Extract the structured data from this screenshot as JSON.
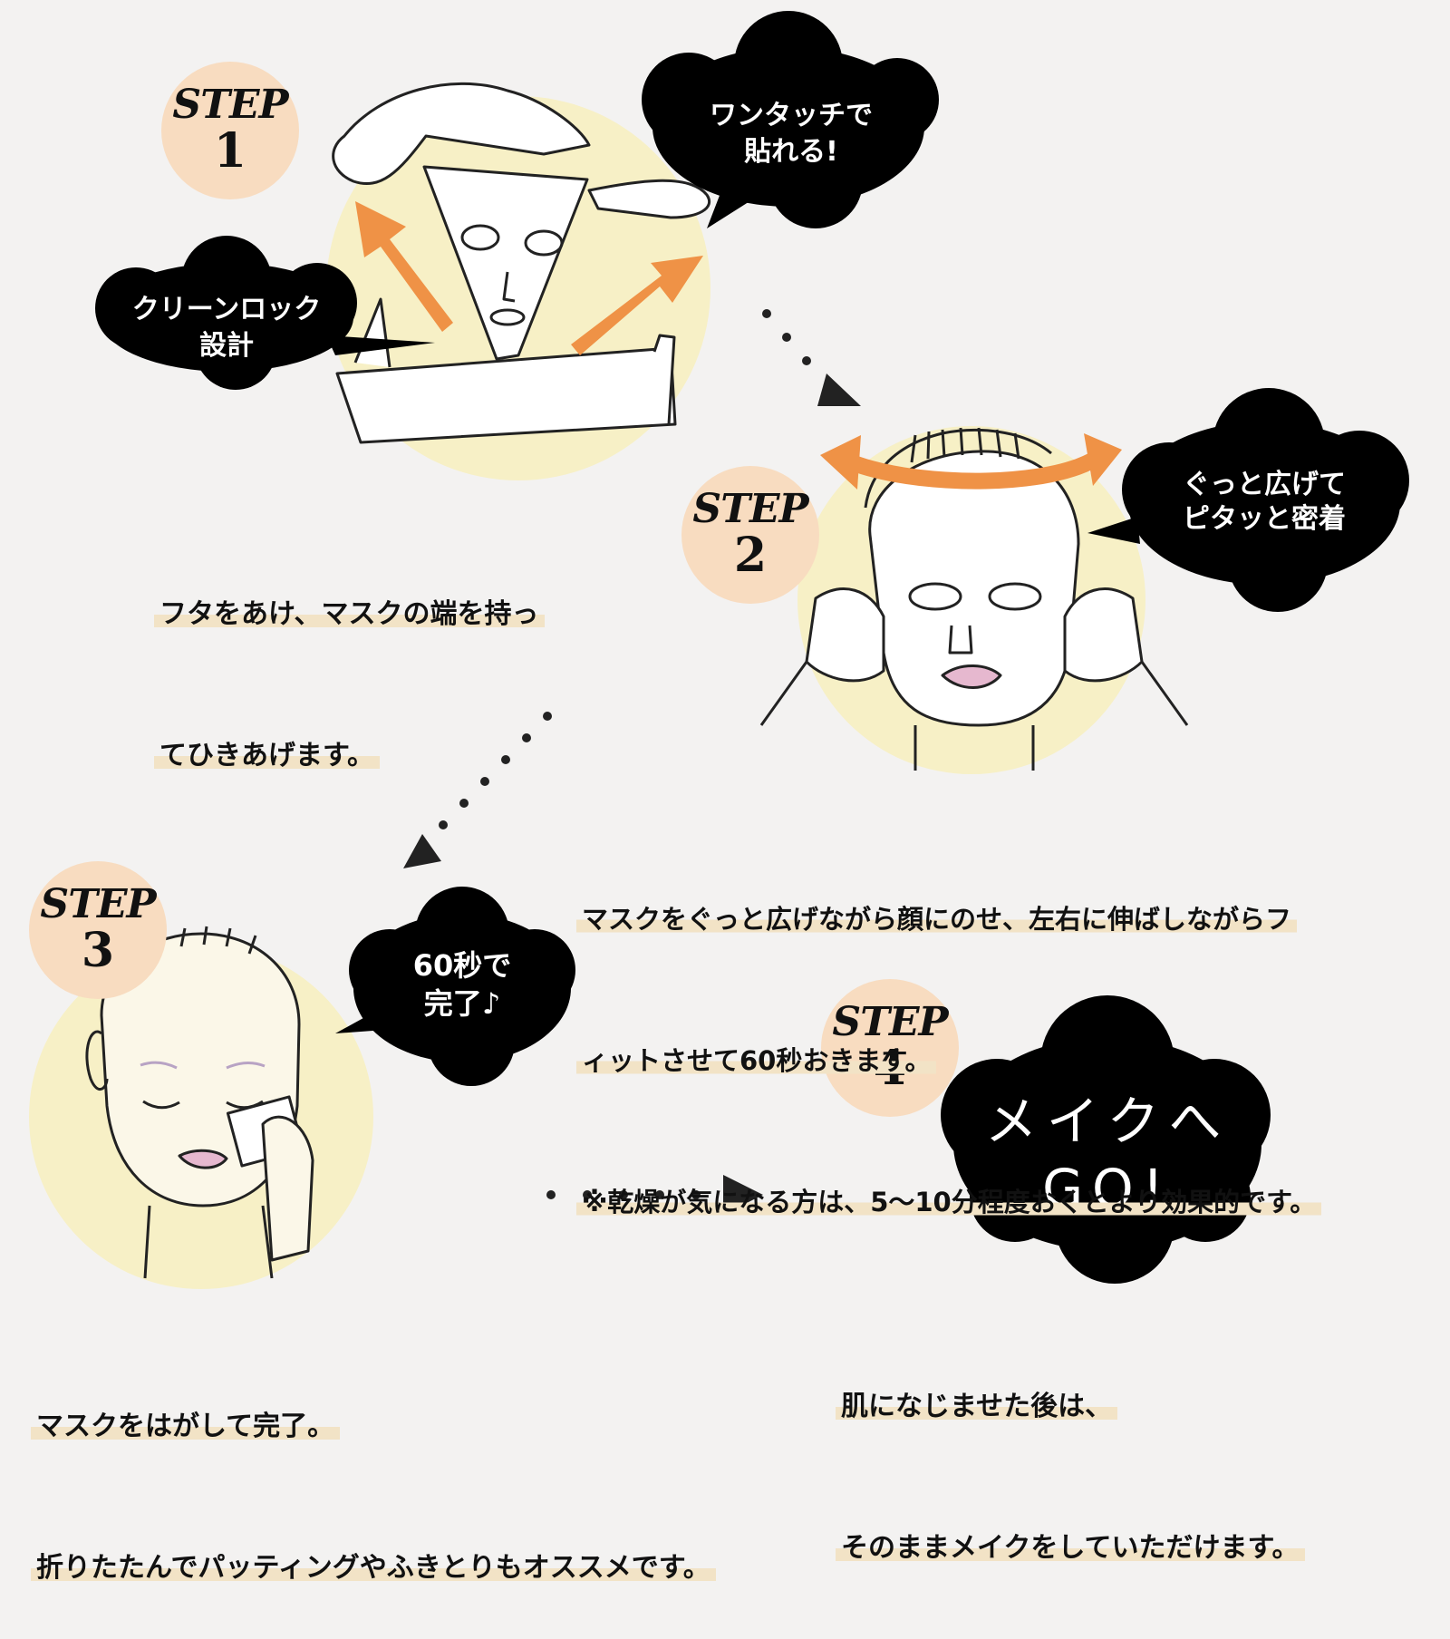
{
  "steps": [
    {
      "word": "STEP",
      "number": "1"
    },
    {
      "word": "STEP",
      "number": "2"
    },
    {
      "word": "STEP",
      "number": "3"
    },
    {
      "word": "STEP",
      "number": "4"
    }
  ],
  "bubbles": {
    "one_touch": "ワンタッチで\n貼れる!",
    "clean_lock": "クリーンロック\n設計",
    "stretch": "ぐっと広げて\nピタッと密着",
    "done_60": "60秒で\n完了♪",
    "makeup_go": "メイクへ\nGO!"
  },
  "captions": {
    "step1": [
      "フタをあけ、マスクの端を持っ",
      "てひきあげます。"
    ],
    "step2": [
      "マスクをぐっと広げながら顔にのせ、左右に伸ばしながらフ",
      "ィットさせて60秒おきます。",
      "※乾燥が気になる方は、5〜10分程度おくとより効果的です。"
    ],
    "step3": [
      "マスクをはがして完了。",
      "折りたたんでパッティングやふきとりもオススメです。"
    ],
    "step4": [
      "肌になじませた後は、",
      "そのままメイクをしていただけます。"
    ]
  },
  "colors": {
    "background": "#f3f2f1",
    "badge": "#f8dcc0",
    "yellow_circle": "#f7f0c6",
    "arrow_orange": "#ef9246",
    "cloud": "#000000",
    "highlight": "#f2e3c6"
  },
  "icons": [
    "mask-pack-illustration",
    "face-mask-illustration",
    "face-pat-illustration",
    "dotted-arrow-icon"
  ]
}
